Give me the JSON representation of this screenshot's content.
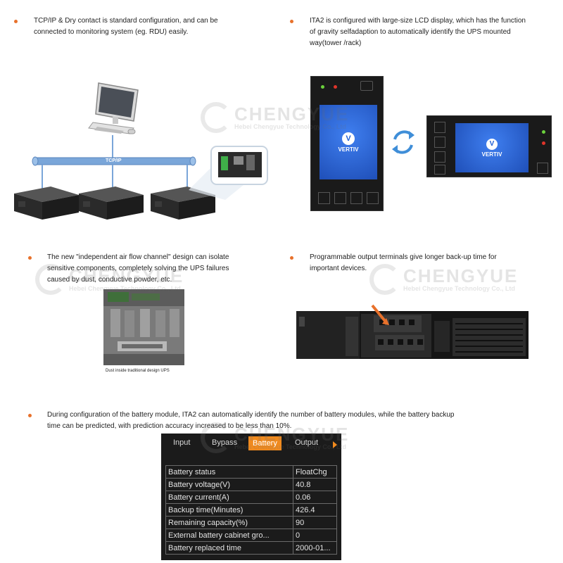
{
  "sections": {
    "tcp": {
      "text_lines": [
        "TCP/IP & Dry contact is standard configuration, and can be",
        "connected to monitoring system (eg. RDU) easily."
      ],
      "bus_label": "TCP/IP"
    },
    "lcd": {
      "text_lines": [
        "ITA2 is configured with large-size LCD display, which has the function",
        "of gravity selfadaption to automatically identify the UPS mounted",
        "way(tower /rack)"
      ],
      "logo_text": "VERTIV"
    },
    "airflow": {
      "text_lines": [
        "The new \"independent air flow channel\" design can isolate",
        "sensitive components, completely solving the UPS failures",
        "caused by dust, conductive powder, etc."
      ],
      "caption": "Dust inside traditional design UPS"
    },
    "terminals": {
      "text_lines": [
        "Programmable output terminals give longer back-up time for",
        "important devices."
      ]
    },
    "battery": {
      "text_lines": [
        "During configuration of the battery module, ITA2 can automatically identify the number of battery modules, while the battery backup",
        "time can be predicted, with prediction accuracy increased to be less than 10%."
      ],
      "tabs": [
        "Input",
        "Bypass",
        "Battery",
        "Output"
      ],
      "active_tab": "Battery",
      "rows": [
        {
          "label": "Battery status",
          "value": "FloatChg"
        },
        {
          "label": "Battery voltage(V)",
          "value": "40.8"
        },
        {
          "label": "Battery current(A)",
          "value": "0.06"
        },
        {
          "label": "Backup time(Minutes)",
          "value": "426.4"
        },
        {
          "label": "Remaining capacity(%)",
          "value": "90"
        },
        {
          "label": "External battery cabinet gro...",
          "value": "0"
        },
        {
          "label": "Battery replaced time",
          "value": "2000-01..."
        }
      ]
    }
  },
  "watermark": {
    "name": "CHENGYUE",
    "sub": "Hebei Chengyue Technology Co., Ltd"
  },
  "colors": {
    "bullet": "#e8712b",
    "accent": "#f08a1e",
    "bus": "#7aa6d9",
    "screen_blue": "#1f5fd6"
  }
}
